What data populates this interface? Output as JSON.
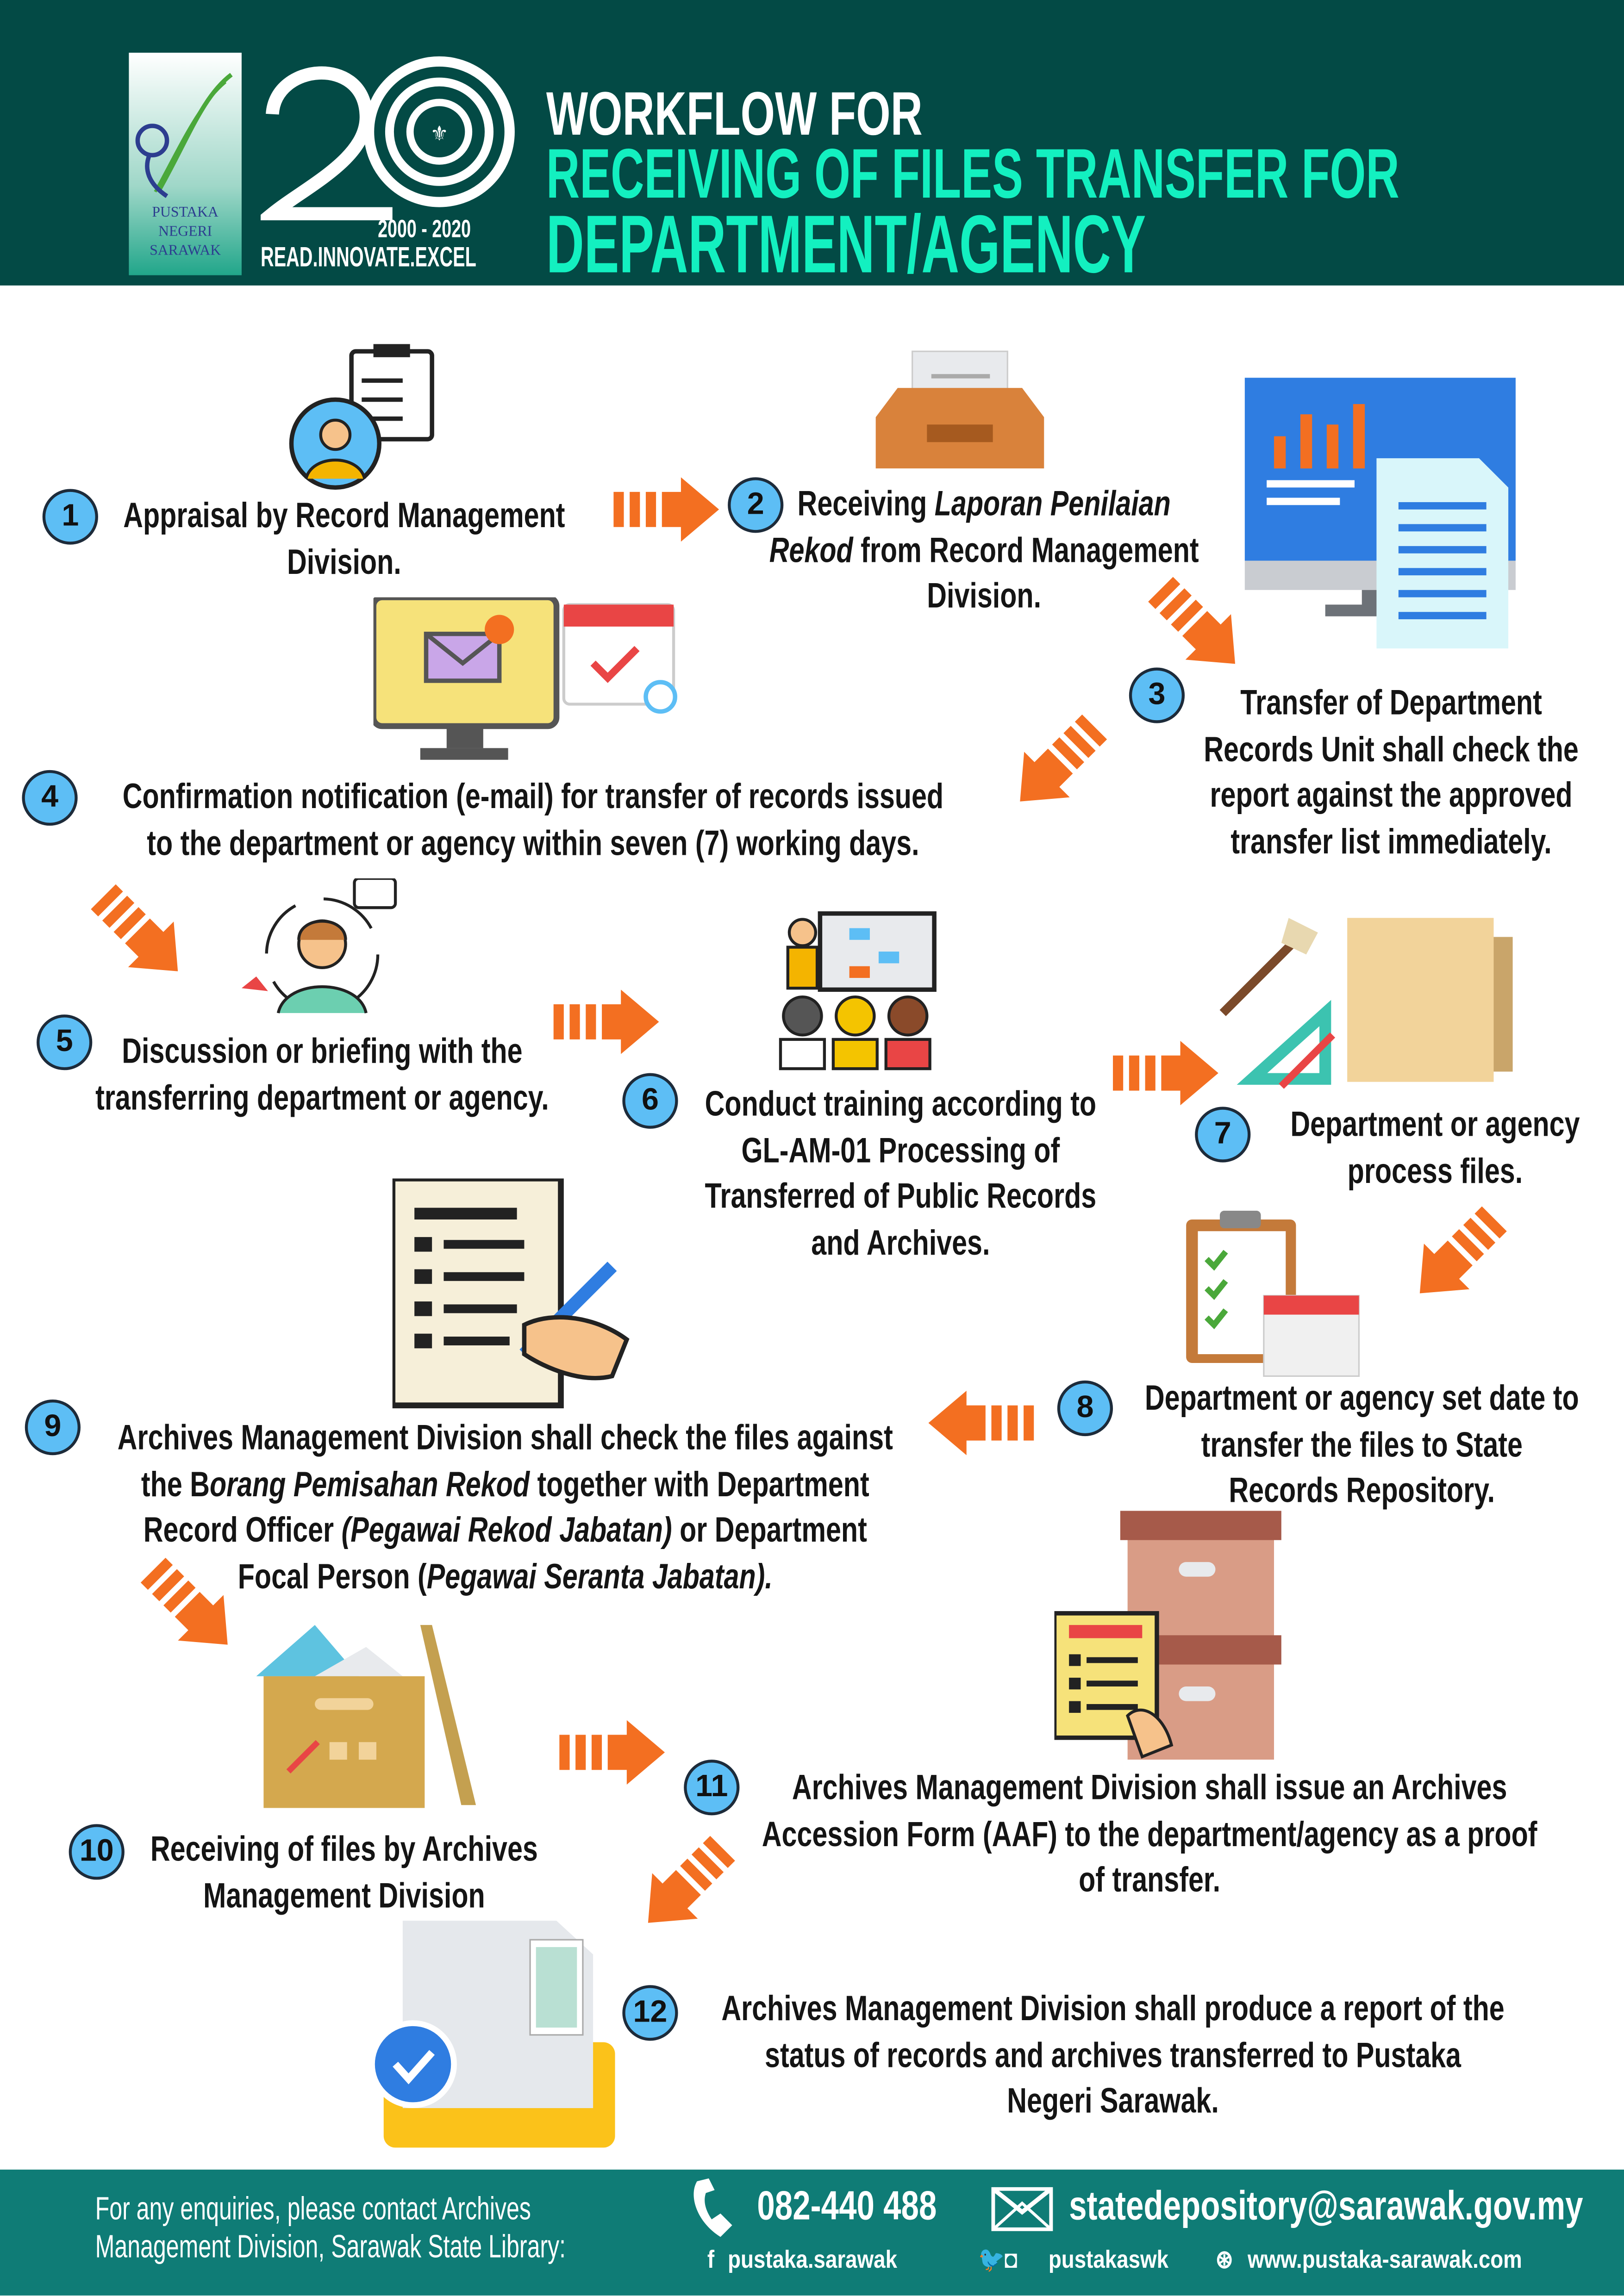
{
  "header": {
    "logo_text": [
      "PUSTAKA",
      "NEGERI",
      "SARAWAK"
    ],
    "anniversary_number": "20",
    "anniversary_years": "2000 - 2020",
    "tagline": "READ.INNOVATE.EXCEL",
    "title_line1": "WORKFLOW FOR",
    "title_line2": "RECEIVING OF FILES TRANSFER FOR",
    "title_line3": "DEPARTMENT/AGENCY"
  },
  "colors": {
    "header_bg": "#034a45",
    "title_accent": "#13f0c0",
    "footer_bg": "#0f7c76",
    "arrow": "#f36f21",
    "step_circle": "#5dbef5"
  },
  "steps": [
    {
      "number": "1",
      "lines": [
        [
          {
            "t": "Appraisal by Record Management"
          }
        ],
        [
          {
            "t": "Division."
          }
        ]
      ]
    },
    {
      "number": "2",
      "lines": [
        [
          {
            "t": "Receiving "
          },
          {
            "t": "Laporan Penilaian",
            "i": true
          }
        ],
        [
          {
            "t": "Rekod",
            "i": true
          },
          {
            "t": " from Record Management"
          }
        ],
        [
          {
            "t": "Division."
          }
        ]
      ]
    },
    {
      "number": "3",
      "lines": [
        [
          {
            "t": "Transfer of Department"
          }
        ],
        [
          {
            "t": "Records Unit shall check the"
          }
        ],
        [
          {
            "t": "report against the approved"
          }
        ],
        [
          {
            "t": "transfer list immediately."
          }
        ]
      ]
    },
    {
      "number": "4",
      "lines": [
        [
          {
            "t": "Confirmation notification (e-mail) for transfer of records issued"
          }
        ],
        [
          {
            "t": "to the department or agency within seven (7) working days."
          }
        ]
      ]
    },
    {
      "number": "5",
      "lines": [
        [
          {
            "t": "Discussion or briefing with the"
          }
        ],
        [
          {
            "t": "transferring department or agency."
          }
        ]
      ]
    },
    {
      "number": "6",
      "lines": [
        [
          {
            "t": "Conduct training according to"
          }
        ],
        [
          {
            "t": "GL-AM-01 Processing of"
          }
        ],
        [
          {
            "t": "Transferred of Public Records"
          }
        ],
        [
          {
            "t": "and Archives."
          }
        ]
      ]
    },
    {
      "number": "7",
      "lines": [
        [
          {
            "t": "Department or agency"
          }
        ],
        [
          {
            "t": "process files."
          }
        ]
      ]
    },
    {
      "number": "8",
      "lines": [
        [
          {
            "t": "Department or agency set date to"
          }
        ],
        [
          {
            "t": "transfer the files to State"
          }
        ],
        [
          {
            "t": "Records Repository."
          }
        ]
      ]
    },
    {
      "number": "9",
      "lines": [
        [
          {
            "t": "Archives Management Division  shall check the files against"
          }
        ],
        [
          {
            "t": "the B"
          },
          {
            "t": "orang Pemisahan Rekod",
            "i": true
          },
          {
            "t": " together with Department"
          }
        ],
        [
          {
            "t": "Record Officer "
          },
          {
            "t": "(Pegawai Rekod Jabatan)",
            "i": true
          },
          {
            "t": " or Department"
          }
        ],
        [
          {
            "t": "Focal Person ("
          },
          {
            "t": "Pegawai Seranta Jabatan).",
            "i": true
          }
        ]
      ]
    },
    {
      "number": "10",
      "lines": [
        [
          {
            "t": "Receiving of files by Archives"
          }
        ],
        [
          {
            "t": "Management Division"
          }
        ]
      ]
    },
    {
      "number": "11",
      "lines": [
        [
          {
            "t": "Archives Management Division shall issue an Archives"
          }
        ],
        [
          {
            "t": "Accession Form (AAF) to the department/agency as a proof"
          }
        ],
        [
          {
            "t": "of transfer."
          }
        ]
      ]
    },
    {
      "number": "12",
      "lines": [
        [
          {
            "t": "Archives Management Division shall produce a report of the"
          }
        ],
        [
          {
            "t": "status of records and archives transferred to Pustaka"
          }
        ],
        [
          {
            "t": "Negeri Sarawak."
          }
        ]
      ]
    }
  ],
  "footer": {
    "enquiry_line1": "For any enquiries, please contact Archives",
    "enquiry_line2": "Management Division, Sarawak State Library:",
    "phone": "082-440 488",
    "email": "statedepository@sarawak.gov.my",
    "facebook": "pustaka.sarawak",
    "twitter_instagram": "pustakaswk",
    "website": "www.pustaka-sarawak.com"
  }
}
